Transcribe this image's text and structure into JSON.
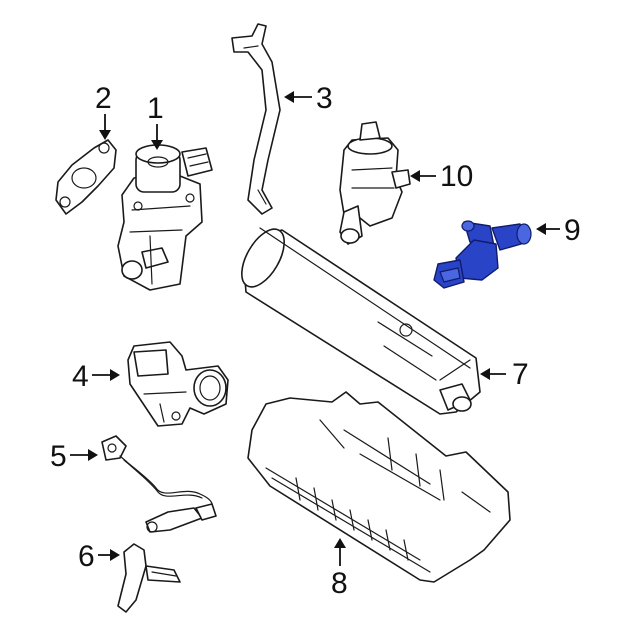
{
  "callouts": {
    "c1": "1",
    "c2": "2",
    "c3": "3",
    "c4": "4",
    "c5": "5",
    "c6": "6",
    "c7": "7",
    "c8": "8",
    "c9": "9",
    "c10": "10"
  },
  "colors": {
    "highlight_part": "#2a44c8",
    "line_art": "#1a1a1a",
    "background": "#ffffff"
  }
}
